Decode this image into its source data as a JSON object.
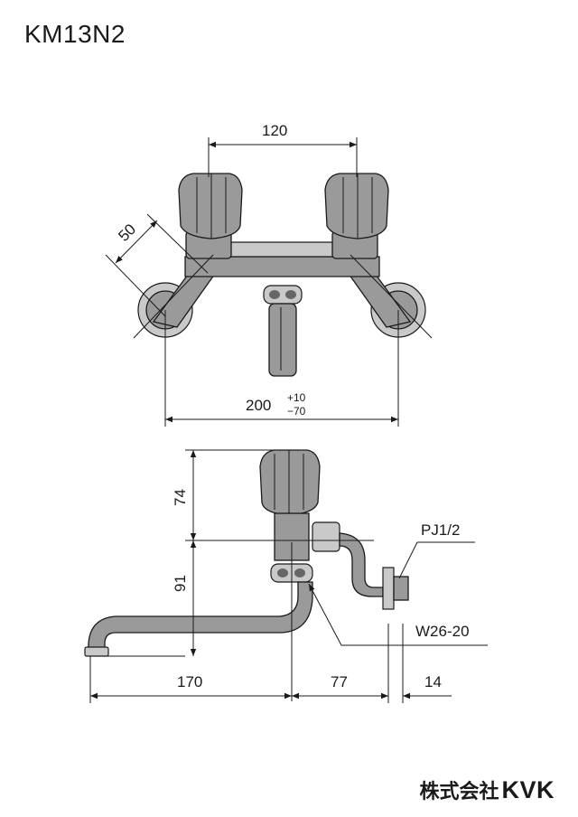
{
  "title": "KM13N2",
  "brand": {
    "company": "株式会社",
    "logo": "KVK"
  },
  "dimensions": {
    "handle_spacing": "120",
    "handle_offset": "50",
    "mount_width": "200",
    "mount_width_tol_plus": "+10",
    "mount_width_tol_minus": "−70",
    "handle_height": "74",
    "spout_height": "91",
    "spout_reach": "170",
    "body_depth": "77",
    "fitting_depth": "14"
  },
  "labels": {
    "inlet_thread": "PJ1/2",
    "outlet_thread": "W26-20"
  }
}
